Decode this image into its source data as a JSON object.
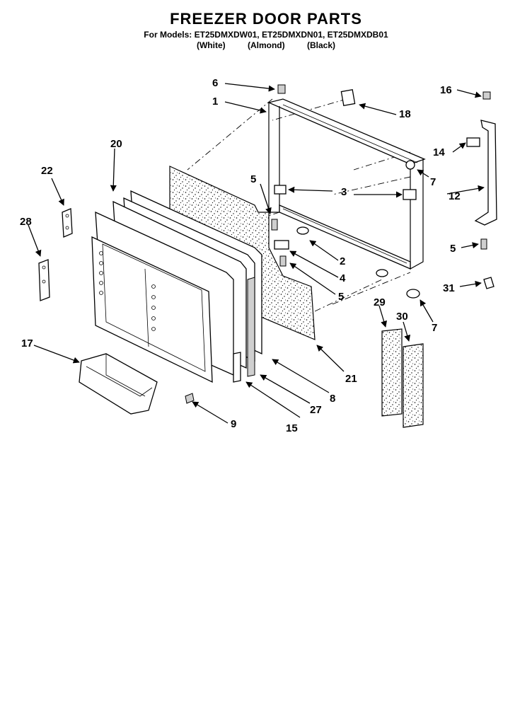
{
  "header": {
    "title": "FREEZER DOOR PARTS",
    "models": "For Models: ET25DMXDW01, ET25DMXDN01, ET25DMXDB01",
    "colors": [
      "(White)",
      "(Almond)",
      "(Black)"
    ]
  },
  "callouts": {
    "p1": "1",
    "p2": "2",
    "p3": "3",
    "p4": "4",
    "p5a": "5",
    "p5b": "5",
    "p5c": "5",
    "p6": "6",
    "p7a": "7",
    "p7b": "7",
    "p8": "8",
    "p9": "9",
    "p12": "12",
    "p14": "14",
    "p15": "15",
    "p16": "16",
    "p17": "17",
    "p18": "18",
    "p20": "20",
    "p21": "21",
    "p22": "22",
    "p27": "27",
    "p28": "28",
    "p29": "29",
    "p30": "30",
    "p31": "31"
  }
}
